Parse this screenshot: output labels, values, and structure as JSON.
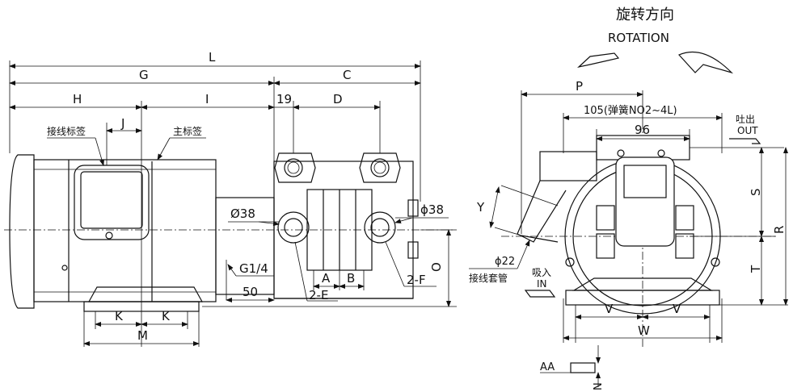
{
  "heading": {
    "rotation_cn": "旋转方向",
    "rotation_en": "ROTATION"
  },
  "side_view": {
    "dims": {
      "L": "L",
      "G": "G",
      "C": "C",
      "H": "H",
      "I": "I",
      "d19": "19",
      "D": "D",
      "J": "J",
      "dia38_left": "Ø38",
      "dia38_right": "ϕ38",
      "G14": "G1/4",
      "d50": "50",
      "A": "A",
      "B": "B",
      "E2": "2-E",
      "F2": "2-F",
      "O": "O",
      "K1": "K",
      "K2": "K",
      "M": "M"
    },
    "labels": {
      "wiring_label": "接线标签",
      "main_label": "主标签"
    }
  },
  "front_view": {
    "dims": {
      "P": "P",
      "d105": "105(弹簧NO2~4L)",
      "d96": "96",
      "Y": "Y",
      "S": "S",
      "R": "R",
      "T": "T",
      "V1": "V",
      "V2": "V",
      "W": "W",
      "dia22": "ϕ22",
      "AA": "AA",
      "N": "N"
    },
    "labels": {
      "outlet_cn": "吐出",
      "outlet_en": "OUT",
      "inlet_cn": "吸入",
      "inlet_en": "IN",
      "conduit_cn": "接线套管"
    }
  }
}
